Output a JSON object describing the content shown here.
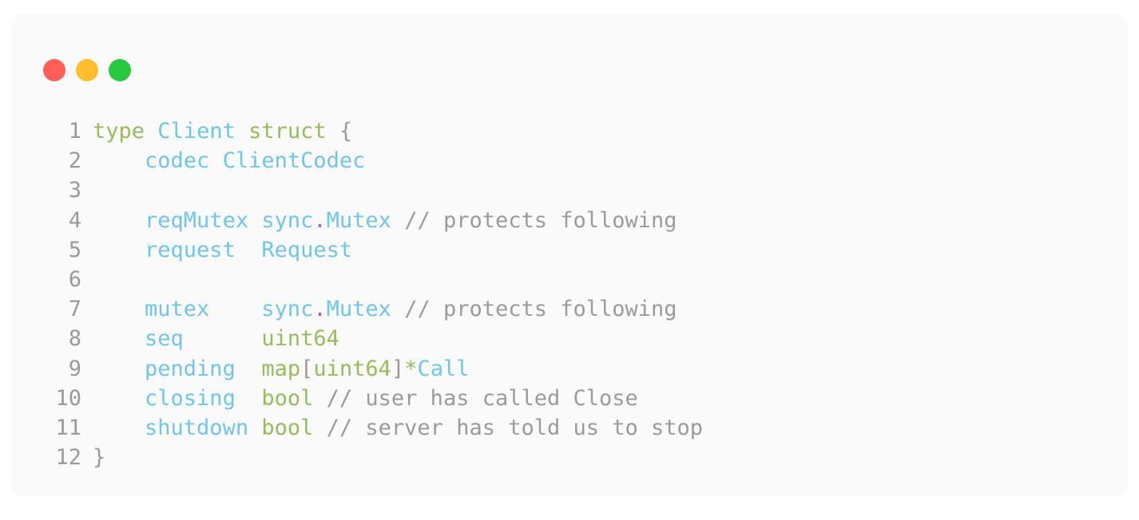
{
  "window": {
    "controls": [
      {
        "name": "close",
        "color": "#ff5f56"
      },
      {
        "name": "minimize",
        "color": "#ffbd2e"
      },
      {
        "name": "maximize",
        "color": "#27c93f"
      }
    ]
  },
  "editor": {
    "language": "go",
    "background": "#fafafa",
    "page_background": "#ffffff",
    "gutter_color": "#9a9a9a",
    "palette": {
      "keyword": "#96bc5c",
      "type": "#96bc5c",
      "identifier": "#6ec7ea",
      "comment": "#9b9b9b",
      "punctuation": "#9a9a9a",
      "operator_dot": "#a362c4"
    },
    "lines": [
      {
        "number": "1",
        "tokens": [
          {
            "t": "type",
            "c": "kw"
          },
          {
            "t": " ",
            "c": "plain"
          },
          {
            "t": "Client",
            "c": "ident"
          },
          {
            "t": " ",
            "c": "plain"
          },
          {
            "t": "struct",
            "c": "kw"
          },
          {
            "t": " ",
            "c": "plain"
          },
          {
            "t": "{",
            "c": "punc"
          }
        ]
      },
      {
        "number": "2",
        "tokens": [
          {
            "t": "    ",
            "c": "plain"
          },
          {
            "t": "codec",
            "c": "ident"
          },
          {
            "t": " ",
            "c": "plain"
          },
          {
            "t": "ClientCodec",
            "c": "ident"
          }
        ]
      },
      {
        "number": "3",
        "tokens": []
      },
      {
        "number": "4",
        "tokens": [
          {
            "t": "    ",
            "c": "plain"
          },
          {
            "t": "reqMutex",
            "c": "ident"
          },
          {
            "t": " ",
            "c": "plain"
          },
          {
            "t": "sync",
            "c": "ident"
          },
          {
            "t": ".",
            "c": "dot"
          },
          {
            "t": "Mutex",
            "c": "ident"
          },
          {
            "t": " ",
            "c": "plain"
          },
          {
            "t": "// protects following",
            "c": "comment"
          }
        ]
      },
      {
        "number": "5",
        "tokens": [
          {
            "t": "    ",
            "c": "plain"
          },
          {
            "t": "request",
            "c": "ident"
          },
          {
            "t": "  ",
            "c": "plain"
          },
          {
            "t": "Request",
            "c": "ident"
          }
        ]
      },
      {
        "number": "6",
        "tokens": []
      },
      {
        "number": "7",
        "tokens": [
          {
            "t": "    ",
            "c": "plain"
          },
          {
            "t": "mutex",
            "c": "ident"
          },
          {
            "t": "    ",
            "c": "plain"
          },
          {
            "t": "sync",
            "c": "ident"
          },
          {
            "t": ".",
            "c": "dot"
          },
          {
            "t": "Mutex",
            "c": "ident"
          },
          {
            "t": " ",
            "c": "plain"
          },
          {
            "t": "// protects following",
            "c": "comment"
          }
        ]
      },
      {
        "number": "8",
        "tokens": [
          {
            "t": "    ",
            "c": "plain"
          },
          {
            "t": "seq",
            "c": "ident"
          },
          {
            "t": "      ",
            "c": "plain"
          },
          {
            "t": "uint64",
            "c": "type"
          }
        ]
      },
      {
        "number": "9",
        "tokens": [
          {
            "t": "    ",
            "c": "plain"
          },
          {
            "t": "pending",
            "c": "ident"
          },
          {
            "t": "  ",
            "c": "plain"
          },
          {
            "t": "map",
            "c": "type"
          },
          {
            "t": "[",
            "c": "punc"
          },
          {
            "t": "uint64",
            "c": "type"
          },
          {
            "t": "]",
            "c": "punc"
          },
          {
            "t": "*",
            "c": "op"
          },
          {
            "t": "Call",
            "c": "ident"
          }
        ]
      },
      {
        "number": "10",
        "tokens": [
          {
            "t": "    ",
            "c": "plain"
          },
          {
            "t": "closing",
            "c": "ident"
          },
          {
            "t": "  ",
            "c": "plain"
          },
          {
            "t": "bool",
            "c": "type"
          },
          {
            "t": " ",
            "c": "plain"
          },
          {
            "t": "// user has called Close",
            "c": "comment"
          }
        ]
      },
      {
        "number": "11",
        "tokens": [
          {
            "t": "    ",
            "c": "plain"
          },
          {
            "t": "shutdown",
            "c": "ident"
          },
          {
            "t": " ",
            "c": "plain"
          },
          {
            "t": "bool",
            "c": "type"
          },
          {
            "t": " ",
            "c": "plain"
          },
          {
            "t": "// server has told us to stop",
            "c": "comment"
          }
        ]
      },
      {
        "number": "12",
        "tokens": [
          {
            "t": "}",
            "c": "punc"
          }
        ]
      }
    ]
  }
}
